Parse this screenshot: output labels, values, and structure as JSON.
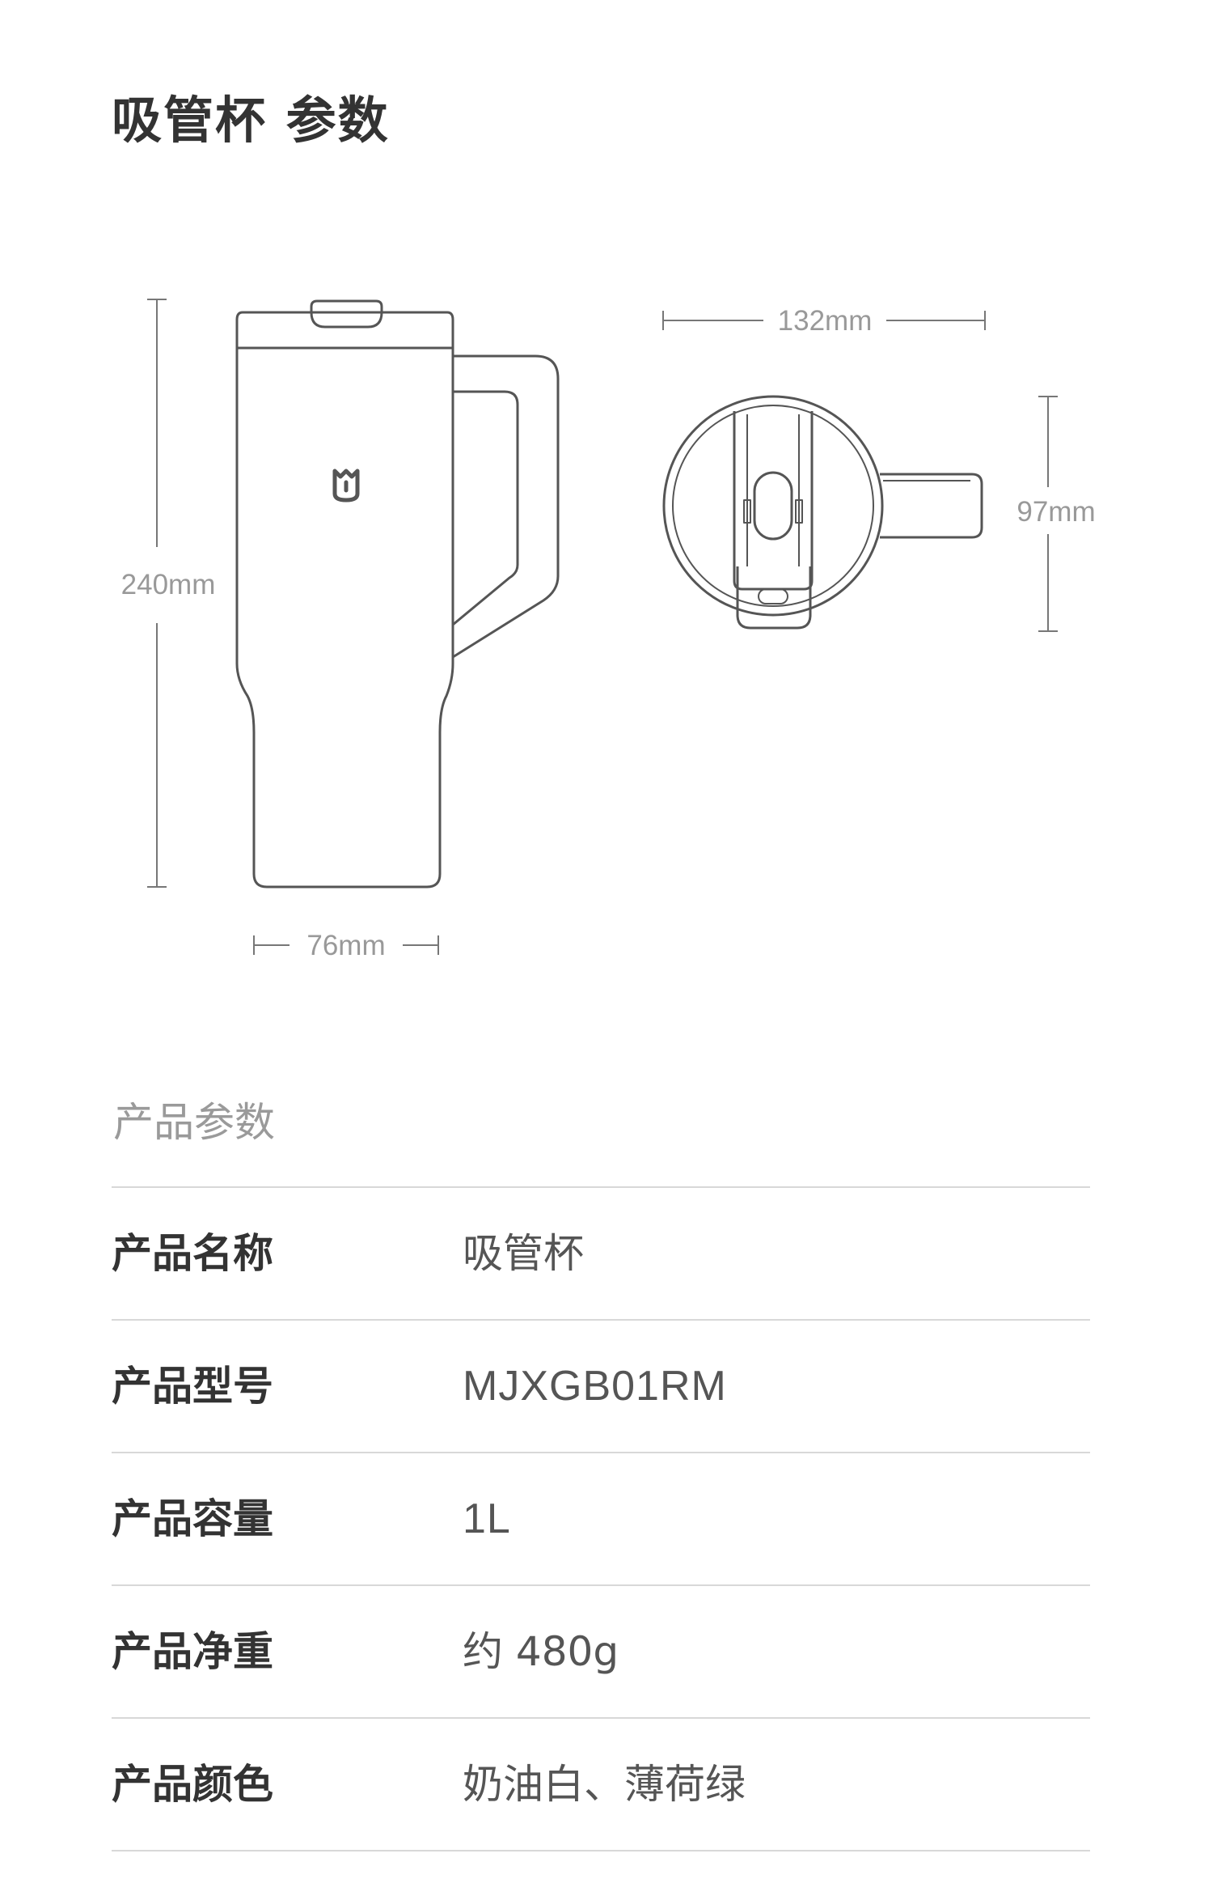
{
  "title": "吸管杯 参数",
  "dimensions": {
    "height": "240mm",
    "width_body": "76mm",
    "width_top": "132mm",
    "depth_top": "97mm"
  },
  "specs": {
    "section_title": "产品参数",
    "rows": [
      {
        "key": "产品名称",
        "value": "吸管杯"
      },
      {
        "key": "产品型号",
        "value": "MJXGB01RM"
      },
      {
        "key": "产品容量",
        "value": "1L"
      },
      {
        "key": "产品净重",
        "value": "约 480g"
      },
      {
        "key": "产品颜色",
        "value": "奶油白、薄荷绿"
      }
    ]
  },
  "colors": {
    "text_primary": "#333333",
    "text_muted": "#999999",
    "line": "#666666",
    "divider": "#d8d8d8"
  },
  "icons": {
    "brand_logo": "mijia-logo-icon"
  }
}
